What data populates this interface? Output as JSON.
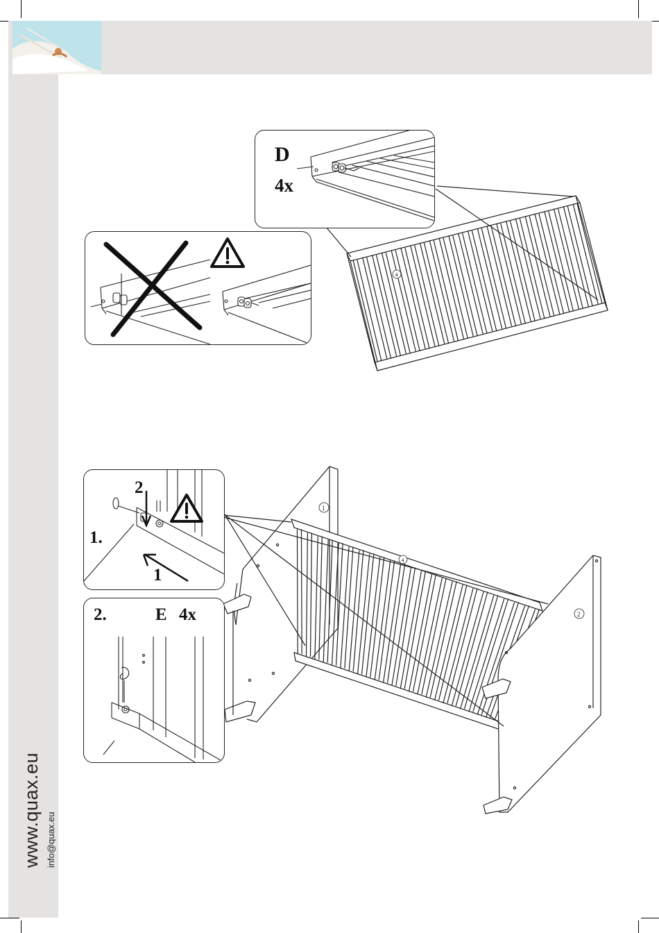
{
  "sidebar": {
    "website": "www.quax.eu",
    "email": "info@quax.eu"
  },
  "step_d": {
    "letter": "D",
    "count": "4x",
    "part_number": "4"
  },
  "step_e": {
    "step_1_label": "1.",
    "step_2_label": "2.",
    "arrow_1_label": "1",
    "arrow_2_label": "2",
    "letter": "E",
    "count": "4x",
    "part_1": "1",
    "part_2": "2",
    "part_4": "4"
  },
  "colors": {
    "band": "#e5e3e1",
    "line": "#222222",
    "logo_sky": "#bfe3ea"
  }
}
